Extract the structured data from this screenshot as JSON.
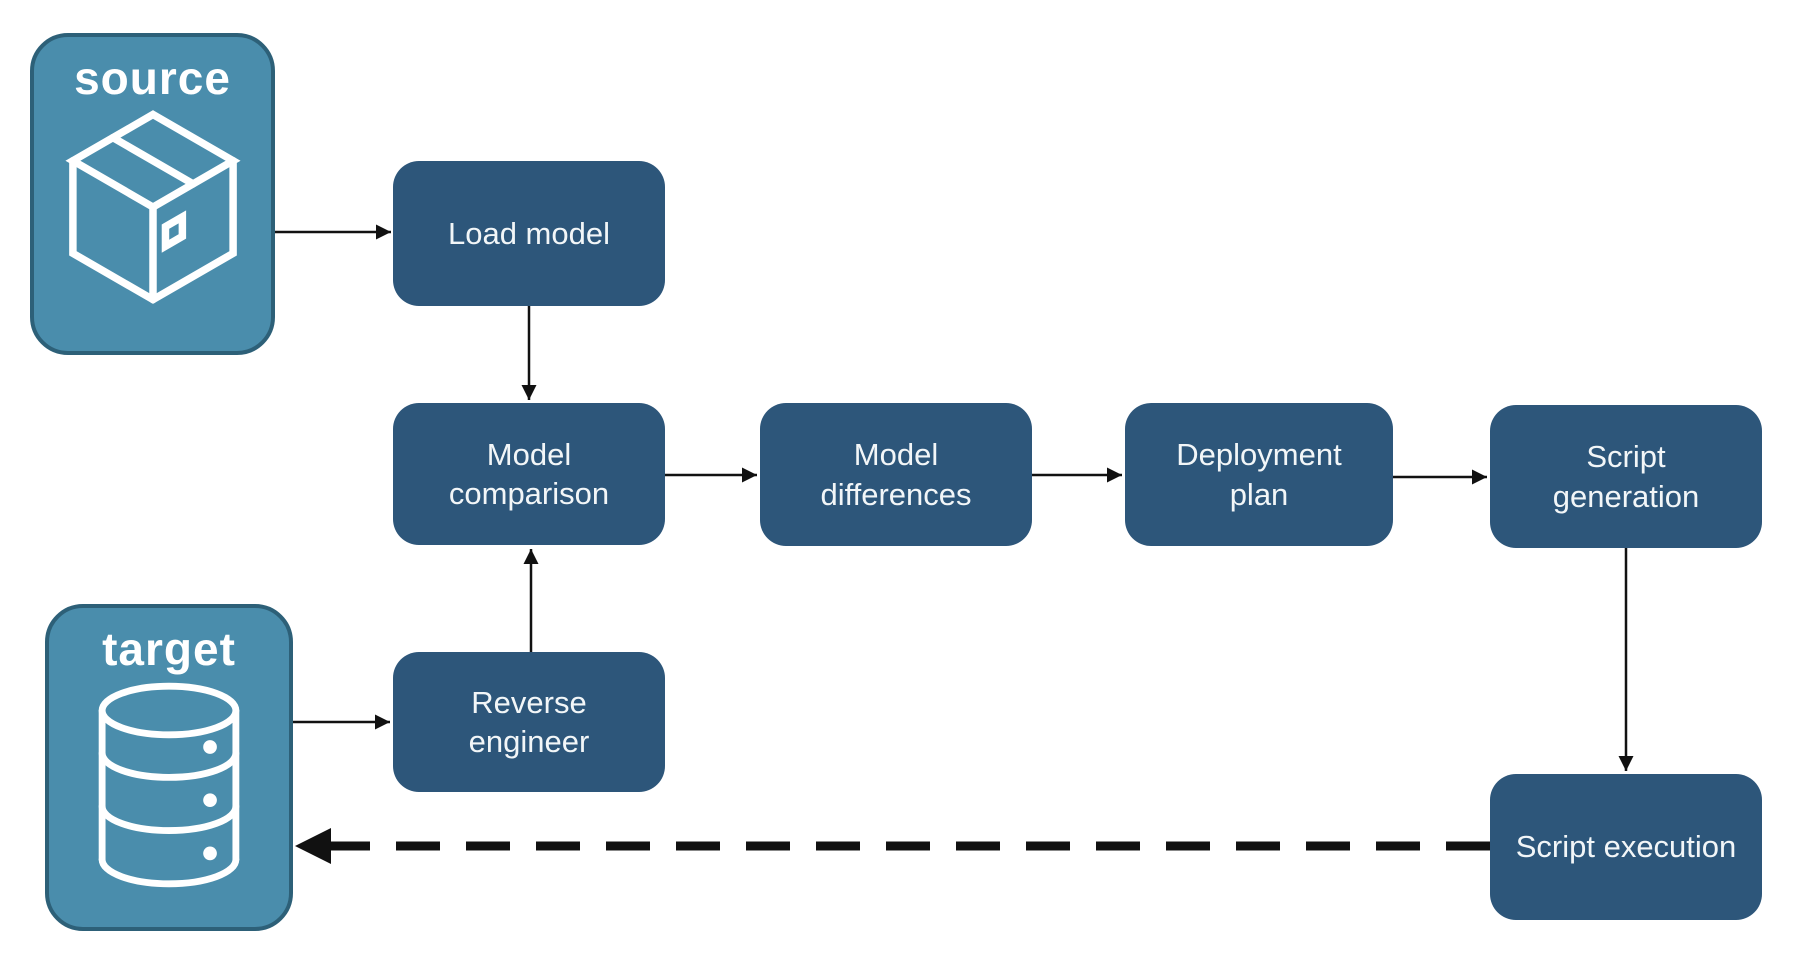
{
  "diagram": {
    "colors": {
      "background": "#FFFFFF",
      "entity_fill": "#4A8DAC",
      "entity_border": "#2D6078",
      "process_fill": "#2D567A",
      "entity_label_text": "#FFFFFF",
      "process_text": "#F2F6F8",
      "icon_stroke": "#FFFFFF",
      "arrow": "#111111"
    },
    "nodes": {
      "source": {
        "label": "source",
        "type": "entity",
        "icon": "package-icon"
      },
      "target": {
        "label": "target",
        "type": "entity",
        "icon": "database-icon"
      },
      "load_model": {
        "label": "Load model",
        "type": "process"
      },
      "model_comparison": {
        "label": "Model comparison",
        "type": "process"
      },
      "model_differences": {
        "label": "Model differences",
        "type": "process"
      },
      "deployment_plan": {
        "label": "Deployment plan",
        "type": "process"
      },
      "script_generation": {
        "label": "Script generation",
        "type": "process"
      },
      "script_execution": {
        "label": "Script execution",
        "type": "process"
      }
    },
    "edges": [
      {
        "from": "source",
        "to": "load_model",
        "style": "solid"
      },
      {
        "from": "load_model",
        "to": "model_comparison",
        "style": "solid"
      },
      {
        "from": "model_comparison",
        "to": "model_differences",
        "style": "solid"
      },
      {
        "from": "model_differences",
        "to": "deployment_plan",
        "style": "solid"
      },
      {
        "from": "deployment_plan",
        "to": "script_generation",
        "style": "solid"
      },
      {
        "from": "script_generation",
        "to": "script_execution",
        "style": "solid"
      },
      {
        "from": "reverse_engineer",
        "to": "model_comparison",
        "style": "solid"
      },
      {
        "from": "target",
        "to": "reverse_engineer",
        "style": "solid"
      },
      {
        "from": "script_execution",
        "to": "target",
        "style": "dashed"
      }
    ]
  },
  "reverse_engineer_node": {
    "label": "Reverse engineer"
  }
}
